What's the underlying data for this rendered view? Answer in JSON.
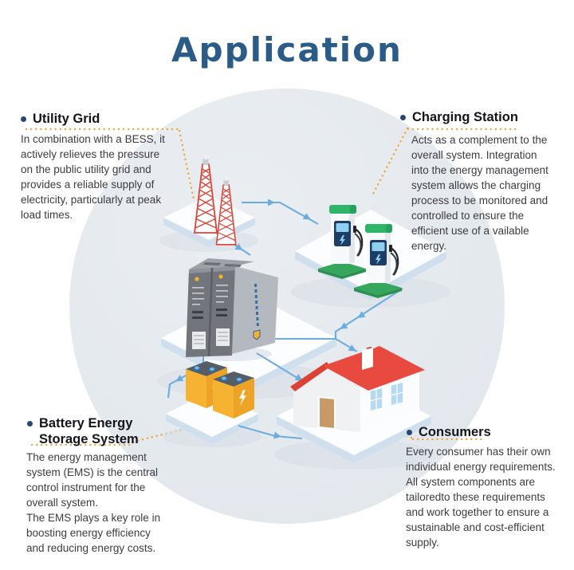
{
  "title": "Application",
  "sections": {
    "utility_grid": {
      "heading": "Utility Grid",
      "body": "In combination with a BESS, it actively relieves the pressure on the public utility grid and provides a reliable supply of electricity, particularly at peak load times."
    },
    "charging_station": {
      "heading": "Charging Station",
      "body": "Acts as a complement to the overall system. Integration into the energy management system allows the charging process to be monitored and controlled to ensure the efficient use of a vailable energy."
    },
    "battery_storage": {
      "heading": "Battery Energy Storage System",
      "body_1": "The energy management system (EMS) is the central control instrument for the overall system.",
      "body_2": "The EMS plays a key role in boosting energy efficiency and reducing energy costs."
    },
    "consumers": {
      "heading": "Consumers",
      "body": "Every consumer has their own individual energy requirements. All system components are tailoredto these requirements and work together to ensure a sustainable and cost-efficient supply."
    }
  },
  "colors": {
    "title": "#2b5c88",
    "heading": "#14141c",
    "body_text": "#3c3c40",
    "bullet": "#27476e",
    "dotted_connector": "#eda73f",
    "flow_line_blue": "#6cadde",
    "circle_background": "#e5e9ee",
    "tower_red": "#db4339",
    "charger_green": "#2eb568",
    "charger_panel_navy": "#1d3c66",
    "house_roof_red": "#e94a3f",
    "battery_yellow": "#f6b231",
    "bess_gray": "#72757c"
  },
  "illustrations": {
    "utility_grid": "transmission-towers",
    "charging_station": "ev-chargers",
    "center": "bess-inverter-unit",
    "battery_storage": "battery-cells",
    "consumers": "house"
  }
}
